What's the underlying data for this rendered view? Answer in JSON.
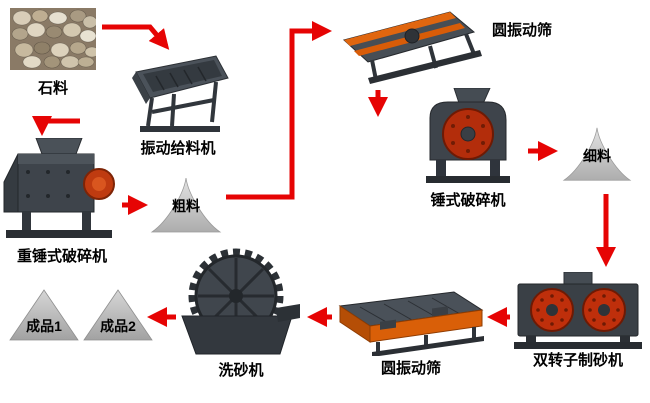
{
  "diagram": {
    "stone": {
      "label": "石料"
    },
    "feeder": {
      "label": "振动给料机"
    },
    "heavy_crusher": {
      "label": "重锤式破碎机"
    },
    "coarse": {
      "label": "粗料"
    },
    "screen_top": {
      "label": "圆振动筛"
    },
    "hammer_crusher": {
      "label": "锤式破碎机"
    },
    "fine": {
      "label": "细料"
    },
    "sand_maker": {
      "label": "双转子制砂机"
    },
    "screen_bottom": {
      "label": "圆振动筛"
    },
    "washer": {
      "label": "洗砂机"
    },
    "product1": {
      "label": "成品1"
    },
    "product2": {
      "label": "成品2"
    }
  },
  "flow_edges": [
    {
      "from": "石料",
      "to": "振动给料机"
    },
    {
      "from": "振动给料机",
      "to": "重锤式破碎机"
    },
    {
      "from": "重锤式破碎机",
      "to": "粗料"
    },
    {
      "from": "粗料",
      "to": "圆振动筛"
    },
    {
      "from": "圆振动筛",
      "to": "锤式破碎机"
    },
    {
      "from": "锤式破碎机",
      "to": "细料"
    },
    {
      "from": "细料",
      "to": "双转子制砂机"
    },
    {
      "from": "双转子制砂机",
      "to": "圆振动筛"
    },
    {
      "from": "圆振动筛",
      "to": "洗砂机"
    },
    {
      "from": "洗砂机",
      "to": "成品1"
    },
    {
      "from": "洗砂机",
      "to": "成品2"
    }
  ],
  "colors": {
    "arrow_red": "#e60404",
    "machine_dark": "#3e444b",
    "accent_orange": "#e0660f",
    "rotor_red": "#b92d0a",
    "cone_gray": "#c9c9c9",
    "label_black": "#000000"
  }
}
